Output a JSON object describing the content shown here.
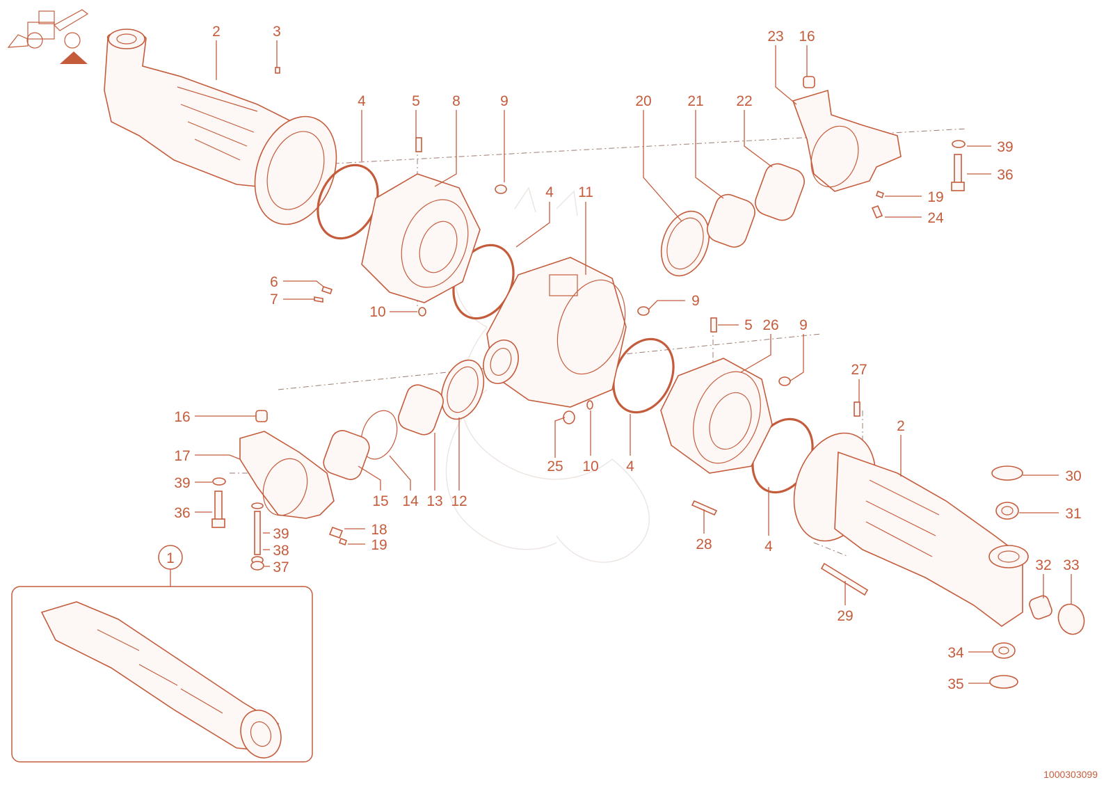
{
  "reference_number": "1000303099",
  "inset_label": "1",
  "callouts": [
    {
      "id": "2",
      "text": "2"
    },
    {
      "id": "3",
      "text": "3"
    },
    {
      "id": "4a",
      "text": "4"
    },
    {
      "id": "5a",
      "text": "5"
    },
    {
      "id": "8",
      "text": "8"
    },
    {
      "id": "9a",
      "text": "9"
    },
    {
      "id": "4b",
      "text": "4"
    },
    {
      "id": "11",
      "text": "11"
    },
    {
      "id": "20",
      "text": "20"
    },
    {
      "id": "21",
      "text": "21"
    },
    {
      "id": "22",
      "text": "22"
    },
    {
      "id": "23",
      "text": "23"
    },
    {
      "id": "16a",
      "text": "16"
    },
    {
      "id": "39a",
      "text": "39"
    },
    {
      "id": "36a",
      "text": "36"
    },
    {
      "id": "19a",
      "text": "19"
    },
    {
      "id": "24",
      "text": "24"
    },
    {
      "id": "6",
      "text": "6"
    },
    {
      "id": "7",
      "text": "7"
    },
    {
      "id": "10a",
      "text": "10"
    },
    {
      "id": "9b",
      "text": "9"
    },
    {
      "id": "5b",
      "text": "5"
    },
    {
      "id": "26",
      "text": "26"
    },
    {
      "id": "9c",
      "text": "9"
    },
    {
      "id": "27",
      "text": "27"
    },
    {
      "id": "2b",
      "text": "2"
    },
    {
      "id": "30",
      "text": "30"
    },
    {
      "id": "31",
      "text": "31"
    },
    {
      "id": "32",
      "text": "32"
    },
    {
      "id": "33",
      "text": "33"
    },
    {
      "id": "34",
      "text": "34"
    },
    {
      "id": "35",
      "text": "35"
    },
    {
      "id": "29",
      "text": "29"
    },
    {
      "id": "28",
      "text": "28"
    },
    {
      "id": "4c",
      "text": "4"
    },
    {
      "id": "4d",
      "text": "4"
    },
    {
      "id": "25",
      "text": "25"
    },
    {
      "id": "10b",
      "text": "10"
    },
    {
      "id": "12",
      "text": "12"
    },
    {
      "id": "13",
      "text": "13"
    },
    {
      "id": "14",
      "text": "14"
    },
    {
      "id": "15",
      "text": "15"
    },
    {
      "id": "16b",
      "text": "16"
    },
    {
      "id": "17",
      "text": "17"
    },
    {
      "id": "39b",
      "text": "39"
    },
    {
      "id": "36b",
      "text": "36"
    },
    {
      "id": "39c",
      "text": "39"
    },
    {
      "id": "38",
      "text": "38"
    },
    {
      "id": "37",
      "text": "37"
    },
    {
      "id": "18",
      "text": "18"
    },
    {
      "id": "19b",
      "text": "19"
    }
  ],
  "colors": {
    "accent": "#c45c3c",
    "background": "#ffffff"
  }
}
